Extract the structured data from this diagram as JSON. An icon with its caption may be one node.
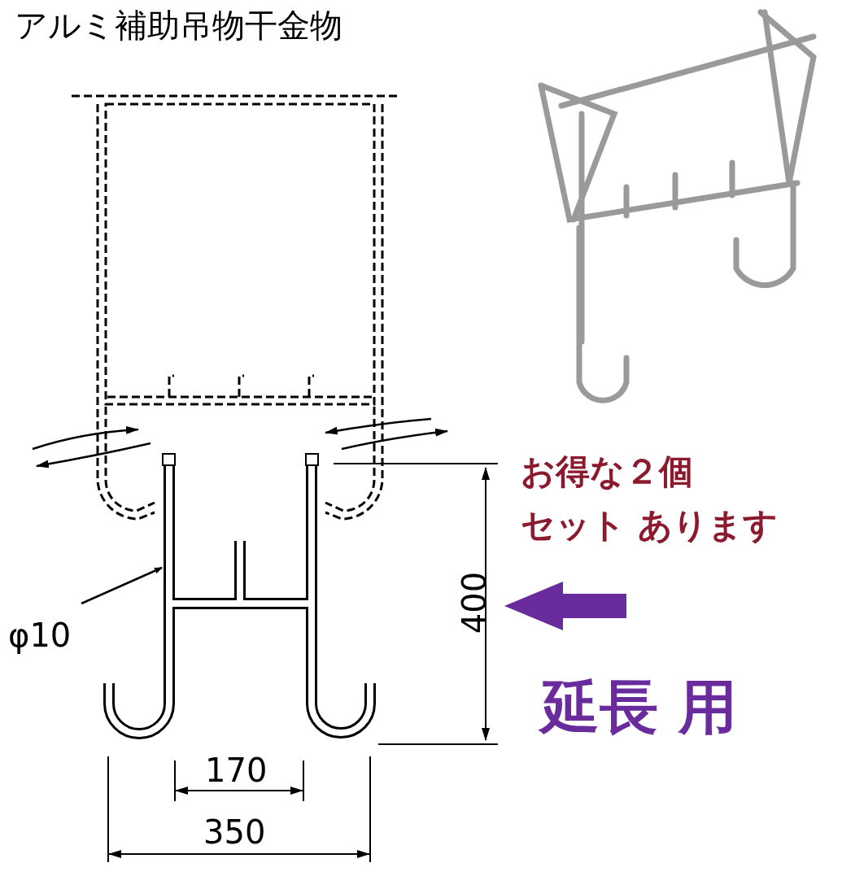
{
  "diagram": {
    "title": "アルミ補助吊物干金物",
    "nodes": [
      {
        "text": [
          "φ10"
        ]
      },
      {
        "text": [],
        "shape": "picture"
      }
    ],
    "edges": [
      {
        "from": 0,
        "to": 1,
        "arrow": "to"
      }
    ],
    "labels": [
      "お得な２個",
      "セット あります",
      "400",
      "延長 用",
      "170",
      "350"
    ]
  }
}
